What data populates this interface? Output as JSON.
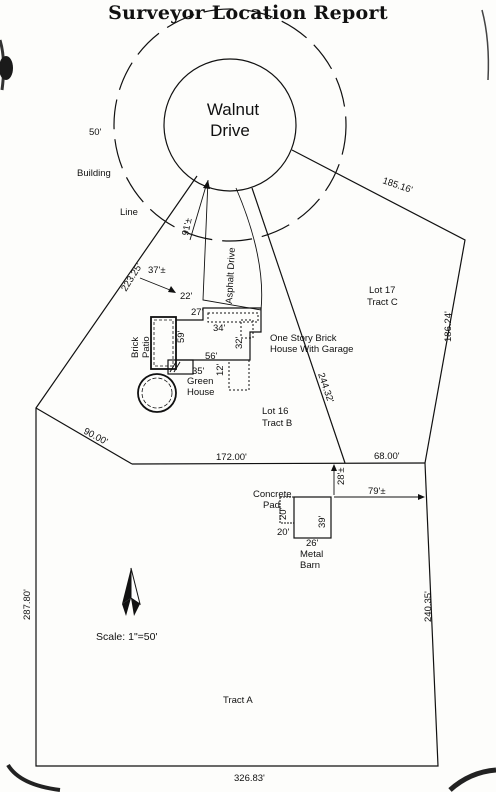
{
  "title": "Surveyor Location Report",
  "street": {
    "line1": "Walnut",
    "line2": "Drive"
  },
  "building_line": {
    "distance": "50'",
    "word1": "Building",
    "word2": "Line"
  },
  "labels": {
    "lot17_line1": "Lot 17",
    "lot17_line2": "Tract C",
    "lot16_line1": "Lot 16",
    "lot16_line2": "Tract B",
    "tractA": "Tract A",
    "house_line1": "One Story Brick",
    "house_line2": "House With Garage",
    "patio_line1": "Brick",
    "patio_line2": "Patio",
    "greenhouse_line1": "Green",
    "greenhouse_line2": "House",
    "pad_line1": "Concrete",
    "pad_line2": "Pad",
    "barn_line1": "Metal",
    "barn_line2": "Barn",
    "driveway": "Asphalt Drive"
  },
  "dimensions": {
    "d185": "185.16'",
    "d223": "223.25'",
    "d186": "186.24'",
    "d244": "244.32'",
    "d90": "90.00'",
    "d172": "172.00'",
    "d68": "68.00'",
    "d287": "287.80'",
    "d240": "240.35'",
    "d326": "326.83'",
    "d91": "91'±",
    "d37": "37'±",
    "d22": "22'",
    "d27": "27'",
    "d34": "34'",
    "d32": "32'",
    "d59": "59'",
    "d56": "56'",
    "d35": "35'",
    "d12": "12'",
    "d28": "28'±",
    "d79": "79'±",
    "d20a": "20'",
    "d20b": "20'",
    "d39": "39'",
    "d26": "26'"
  },
  "scale": "Scale: 1\"=50'"
}
